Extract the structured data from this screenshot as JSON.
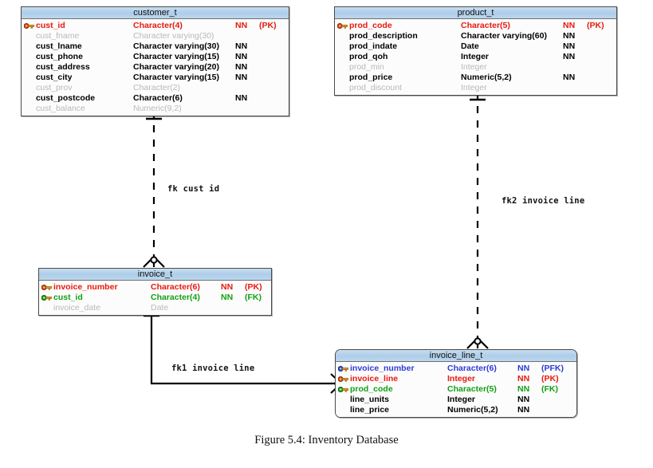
{
  "figure": {
    "caption": "Figure 5.4:  Inventory Database"
  },
  "colors": {
    "primary_key": "#e8190f",
    "foreign_key": "#12a012",
    "pfk": "#2b3ad6",
    "normal": "#000000",
    "nullable": "#b9b9b9",
    "header_bg": "#aecde9",
    "border": "#4a4a4a",
    "body_bg": "#fcfcfc",
    "line": "#000000"
  },
  "entities": [
    {
      "id": "customer_t",
      "title": "customer_t",
      "rounded": false,
      "attributes": [
        {
          "key_icon": "key-icon-red",
          "name": "cust_id",
          "type": "Character(4)",
          "nn": "NN",
          "kind": "(PK)",
          "color": "red"
        },
        {
          "key_icon": "",
          "name": "cust_fname",
          "type": "Character varying(30)",
          "nn": "",
          "kind": "",
          "color": "gray"
        },
        {
          "key_icon": "",
          "name": "cust_lname",
          "type": "Character varying(30)",
          "nn": "NN",
          "kind": "",
          "color": "black"
        },
        {
          "key_icon": "",
          "name": "cust_phone",
          "type": "Character varying(15)",
          "nn": "NN",
          "kind": "",
          "color": "black"
        },
        {
          "key_icon": "",
          "name": "cust_address",
          "type": "Character varying(20)",
          "nn": "NN",
          "kind": "",
          "color": "black"
        },
        {
          "key_icon": "",
          "name": "cust_city",
          "type": "Character varying(15)",
          "nn": "NN",
          "kind": "",
          "color": "black"
        },
        {
          "key_icon": "",
          "name": "cust_prov",
          "type": "Character(2)",
          "nn": "",
          "kind": "",
          "color": "gray"
        },
        {
          "key_icon": "",
          "name": "cust_postcode",
          "type": "Character(6)",
          "nn": "NN",
          "kind": "",
          "color": "black"
        },
        {
          "key_icon": "",
          "name": "cust_balance",
          "type": "Numeric(9,2)",
          "nn": "",
          "kind": "",
          "color": "gray"
        }
      ]
    },
    {
      "id": "product_t",
      "title": "product_t",
      "rounded": false,
      "attributes": [
        {
          "key_icon": "key-icon-red",
          "name": "prod_code",
          "type": "Character(5)",
          "nn": "NN",
          "kind": "(PK)",
          "color": "red"
        },
        {
          "key_icon": "",
          "name": "prod_description",
          "type": "Character varying(60)",
          "nn": "NN",
          "kind": "",
          "color": "black"
        },
        {
          "key_icon": "",
          "name": "prod_indate",
          "type": "Date",
          "nn": "NN",
          "kind": "",
          "color": "black"
        },
        {
          "key_icon": "",
          "name": "prod_qoh",
          "type": "Integer",
          "nn": "NN",
          "kind": "",
          "color": "black"
        },
        {
          "key_icon": "",
          "name": "prod_min",
          "type": "Integer",
          "nn": "",
          "kind": "",
          "color": "gray"
        },
        {
          "key_icon": "",
          "name": "prod_price",
          "type": "Numeric(5,2)",
          "nn": "NN",
          "kind": "",
          "color": "black"
        },
        {
          "key_icon": "",
          "name": "prod_discount",
          "type": "Integer",
          "nn": "",
          "kind": "",
          "color": "gray"
        }
      ]
    },
    {
      "id": "invoice_t",
      "title": "invoice_t",
      "rounded": false,
      "attributes": [
        {
          "key_icon": "key-icon-red",
          "name": "invoice_number",
          "type": "Character(6)",
          "nn": "NN",
          "kind": "(PK)",
          "color": "red"
        },
        {
          "key_icon": "key-icon-green",
          "name": "cust_id",
          "type": "Character(4)",
          "nn": "NN",
          "kind": "(FK)",
          "color": "green"
        },
        {
          "key_icon": "",
          "name": "invoice_date",
          "type": "Date",
          "nn": "",
          "kind": "",
          "color": "gray"
        }
      ]
    },
    {
      "id": "invoice_line_t",
      "title": "invoice_line_t",
      "rounded": true,
      "attributes": [
        {
          "key_icon": "key-icon-blue",
          "name": "invoice_number",
          "type": "Character(6)",
          "nn": "NN",
          "kind": "(PFK)",
          "color": "blue"
        },
        {
          "key_icon": "key-icon-red",
          "name": "invoice_line",
          "type": "Integer",
          "nn": "NN",
          "kind": "(PK)",
          "color": "red"
        },
        {
          "key_icon": "key-icon-green",
          "name": "prod_code",
          "type": "Character(5)",
          "nn": "NN",
          "kind": "(FK)",
          "color": "green"
        },
        {
          "key_icon": "",
          "name": "line_units",
          "type": "Integer",
          "nn": "NN",
          "kind": "",
          "color": "black"
        },
        {
          "key_icon": "",
          "name": "line_price",
          "type": "Numeric(5,2)",
          "nn": "NN",
          "kind": "",
          "color": "black"
        }
      ]
    }
  ],
  "relationships": [
    {
      "id": "fk_cust_id",
      "label": "fk cust id",
      "from": "customer_t",
      "to": "invoice_t",
      "style": "dashed"
    },
    {
      "id": "fk2_invoice_line",
      "label": "fk2 invoice line",
      "from": "product_t",
      "to": "invoice_line_t",
      "style": "dashed"
    },
    {
      "id": "fk1_invoice_line",
      "label": "fk1 invoice line",
      "from": "invoice_t",
      "to": "invoice_line_t",
      "style": "solid"
    }
  ]
}
